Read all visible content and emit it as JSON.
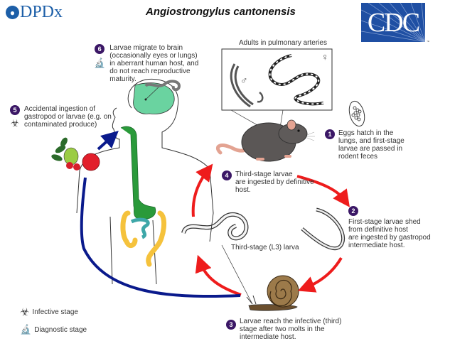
{
  "header": {
    "title": "Angiostrongylus cantonensis",
    "dpdx_logo_text": "DPDx",
    "cdc_logo_text": "CDC",
    "cdc_trademark": "™"
  },
  "labels": {
    "adults_box": "Adults in pulmonary arteries",
    "male_symbol": "♂",
    "female_symbol": "♀",
    "l3_larva": "Third-stage (L3) larva"
  },
  "steps": [
    {
      "number": "1",
      "text": [
        "Eggs hatch in the",
        "lungs, and first-stage",
        "larvae are passed in",
        "rodent feces"
      ]
    },
    {
      "number": "2",
      "text": [
        "First-stage larvae shed",
        "from definitive host",
        "are ingested by gastropod",
        "intermediate host."
      ]
    },
    {
      "number": "3",
      "text": [
        "Larvae reach the infective (third)",
        "stage after two molts in the",
        "intermediate host."
      ]
    },
    {
      "number": "4",
      "text": [
        "Third-stage larvae",
        "are ingested by definitive",
        "host."
      ]
    },
    {
      "number": "5",
      "text": [
        "Accidental ingestion of",
        "gastropod or larvae (e.g. on",
        "contaminated produce)"
      ]
    },
    {
      "number": "6",
      "text": [
        "Larvae migrate to brain",
        "(occasionally eyes or lungs)",
        "in aberrant human host, and",
        "do not reach reproductive",
        "maturity."
      ]
    }
  ],
  "legend": {
    "infective": "Infective stage",
    "diagnostic": "Diagnostic stage"
  },
  "colors": {
    "step_badge": "#3b1766",
    "definitive_cycle_arrow": "#ee1c1c",
    "accidental_arrow": "#0a1a8c",
    "cdc_blue": "#1f4fa3",
    "dpdx_blue": "#1d5fa8"
  },
  "icons": {
    "biohazard": "biohazard-icon",
    "microscope": "microscope-icon"
  }
}
